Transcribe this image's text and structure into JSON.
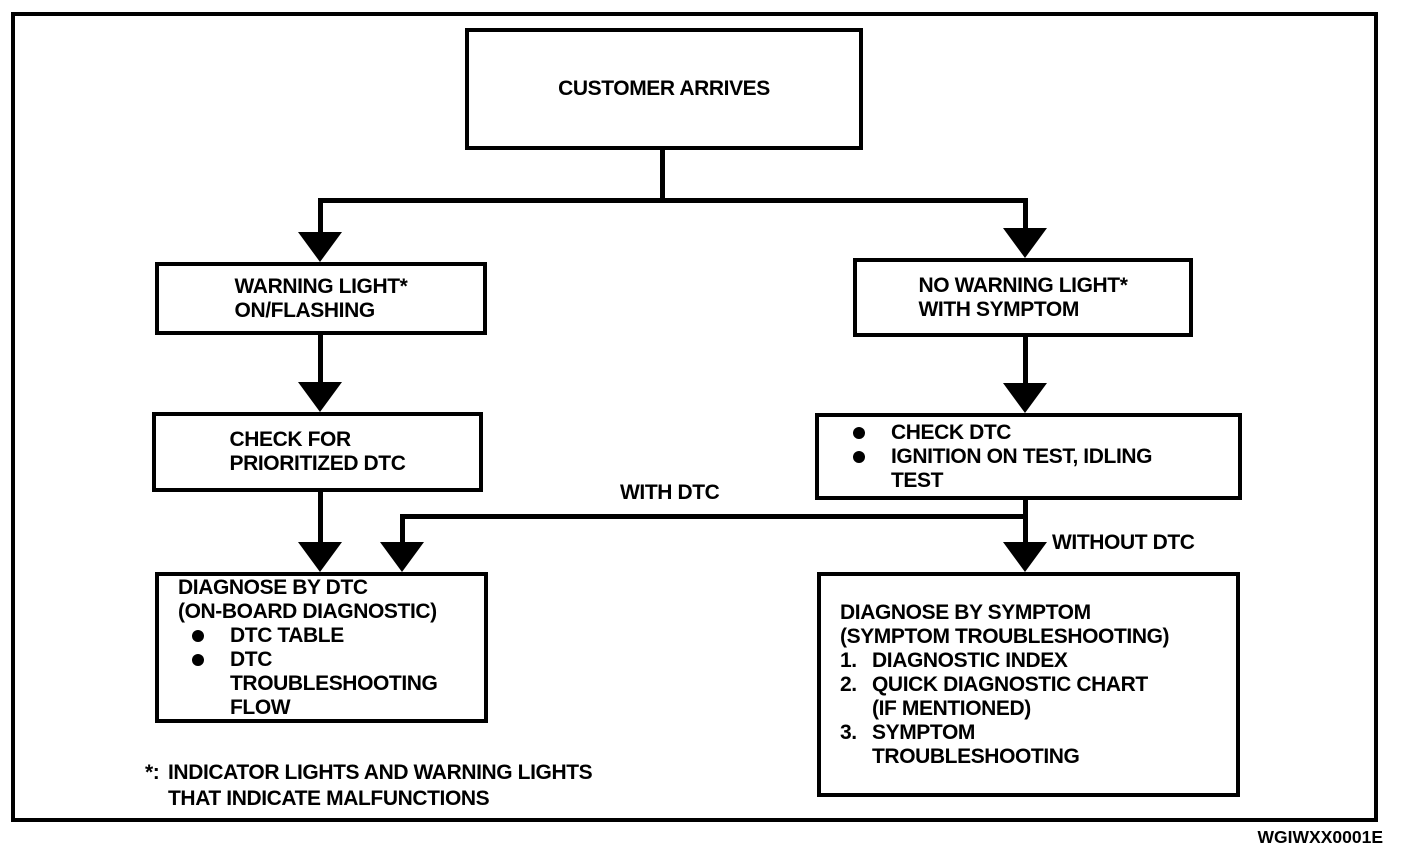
{
  "figure": {
    "type": "flowchart",
    "code": "WGIWXX0001E"
  },
  "icons": {
    "bullet": "filled-circle",
    "arrowhead": "solid-down-triangle"
  },
  "colors": {
    "ink": "#000000",
    "paper": "#ffffff"
  },
  "nodes": {
    "customer_arrives": {
      "title": "CUSTOMER ARRIVES"
    },
    "warning_light": {
      "line1": "WARNING LIGHT*",
      "line2": "ON/FLASHING"
    },
    "check_prioritized_dtc": {
      "line1": "CHECK FOR",
      "line2": "PRIORITIZED DTC"
    },
    "no_warning_light": {
      "line1": "NO WARNING LIGHT*",
      "line2": "WITH SYMPTOM"
    },
    "check_dtc": {
      "item1": "CHECK DTC",
      "item2_line1": "IGNITION ON TEST, IDLING",
      "item2_line2": "TEST"
    },
    "diagnose_by_dtc": {
      "title1": "DIAGNOSE BY DTC",
      "title2": "(ON-BOARD DIAGNOSTIC)",
      "item1": "DTC TABLE",
      "item2_line1": "DTC",
      "item2_line2": "TROUBLESHOOTING",
      "item2_line3": "FLOW"
    },
    "diagnose_by_symptom": {
      "title1": "DIAGNOSE BY SYMPTOM",
      "title2": "(SYMPTOM TROUBLESHOOTING)",
      "item1_num": "1.",
      "item1_text": "DIAGNOSTIC INDEX",
      "item2_num": "2.",
      "item2_line1": "QUICK DIAGNOSTIC CHART",
      "item2_line2": "(IF MENTIONED)",
      "item3_num": "3.",
      "item3_line1": "SYMPTOM",
      "item3_line2": "TROUBLESHOOTING"
    }
  },
  "edge_labels": {
    "with_dtc": "WITH DTC",
    "without_dtc": "WITHOUT DTC"
  },
  "footnote": {
    "marker": "*:",
    "line1": "INDICATOR LIGHTS AND WARNING LIGHTS",
    "line2": "THAT INDICATE MALFUNCTIONS"
  }
}
